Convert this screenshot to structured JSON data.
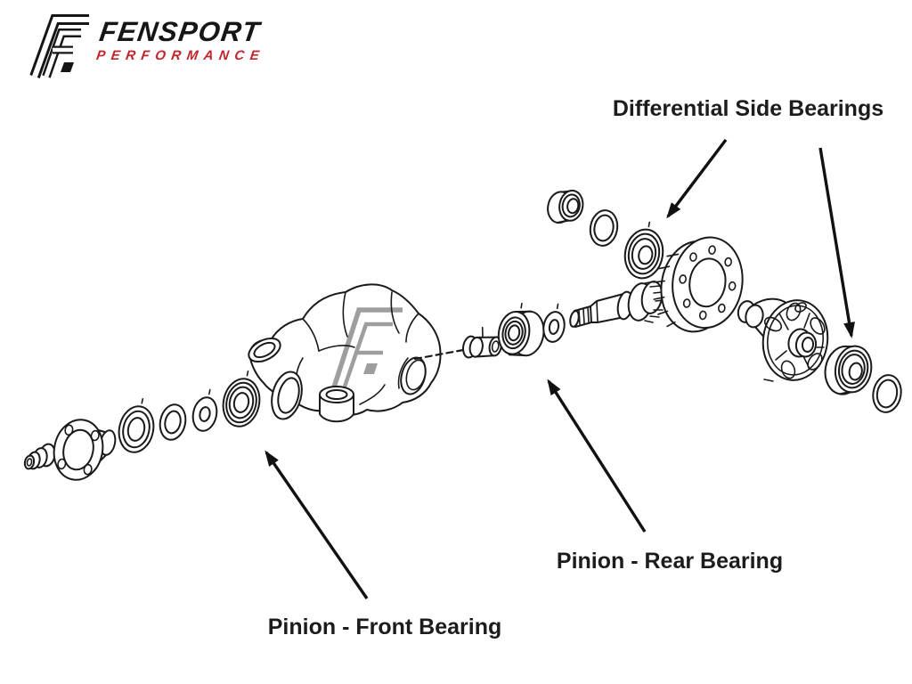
{
  "colors": {
    "background": "#ffffff",
    "line": "#1a1a1a",
    "arrow": "#111111",
    "watermark": "#9e9e9e",
    "label_text": "#1c1c1c",
    "brand": "#161616",
    "tagline": "#c3242a"
  },
  "logo": {
    "brand": "FENSPORT",
    "tagline": "PERFORMANCE",
    "emblem_icon": "fensport-f-emblem"
  },
  "labels": {
    "side_bearings": "Differential Side Bearings",
    "rear_bearing": "Pinion - Rear Bearing",
    "front_bearing": "Pinion - Front Bearing"
  },
  "diagram": {
    "kind": "exploded-parts-diagram",
    "watermark_icon": "fensport-f-emblem-watermark",
    "parts": [
      "pinion-nut",
      "companion-flange",
      "oil-seal",
      "seal-ring",
      "washer",
      "pinion-front-bearing",
      "differential-carrier-housing",
      "collapsible-spacer",
      "pinion-rear-bearing",
      "thrust-washer",
      "pinion-gear-shaft",
      "side-bearing",
      "side-bearing-race",
      "side-bearing",
      "ring-gear",
      "differential-case",
      "side-bearing",
      "side-bearing-race"
    ]
  }
}
